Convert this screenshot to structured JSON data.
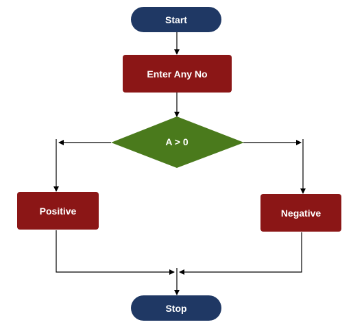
{
  "nodes": {
    "start": "Start",
    "input": "Enter Any No",
    "decision": "A > 0",
    "positive": "Positive",
    "negative": "Negative",
    "stop": "Stop"
  },
  "colors": {
    "terminal": "#1f3864",
    "process": "#8b1616",
    "decision": "#4a7a1c",
    "connector": "#000000"
  }
}
